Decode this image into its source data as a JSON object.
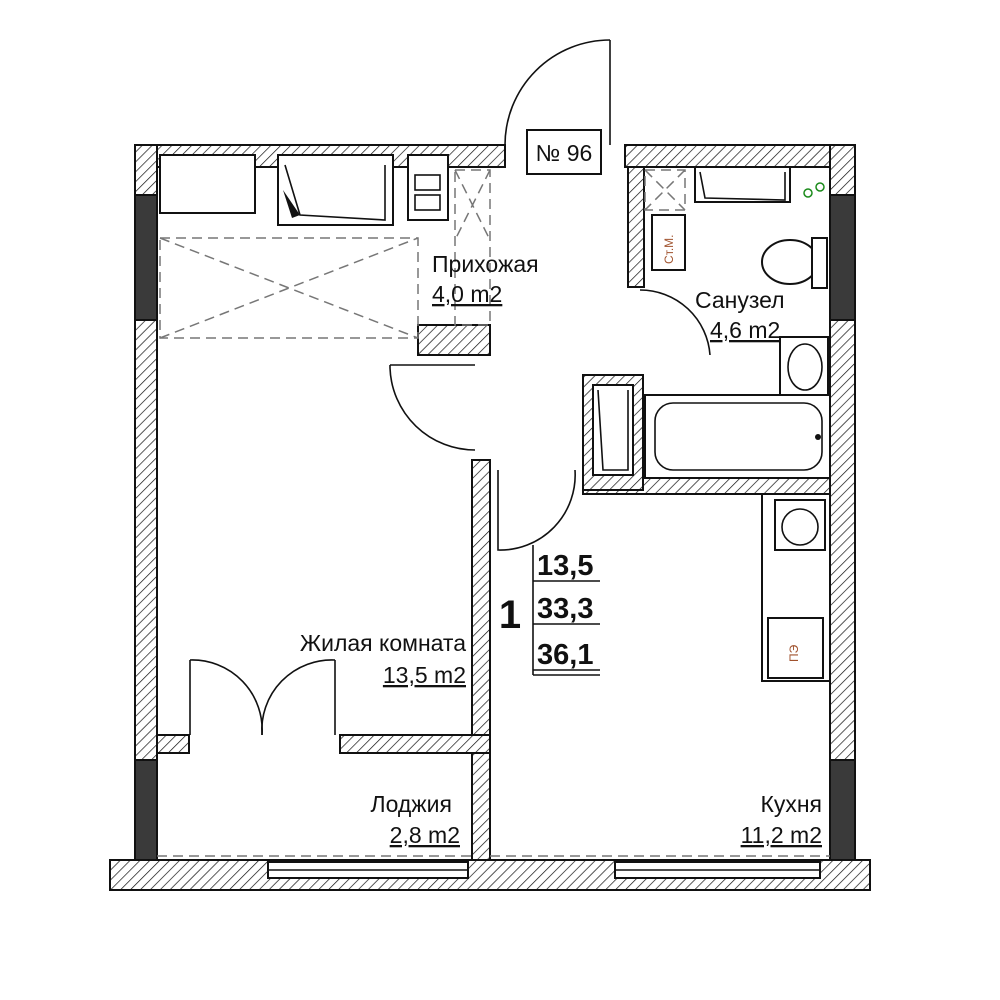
{
  "apartment": {
    "number_label": "№ 96",
    "rooms_count": "1",
    "areas": {
      "living": "13,5",
      "useful": "33,3",
      "total": "36,1"
    }
  },
  "rooms": {
    "hallway": {
      "name": "Прихожая",
      "area": "4,0 m2"
    },
    "bathroom": {
      "name": "Санузел",
      "area": "4,6 m2"
    },
    "living": {
      "name": "Жилая комната",
      "area": "13,5 m2"
    },
    "loggia": {
      "name": "Лоджия",
      "area": "2,8 m2"
    },
    "kitchen": {
      "name": "Кухня",
      "area": "11,2 m2"
    }
  },
  "tags": {
    "riser": "Ст.М.",
    "stove": "ПЭ"
  },
  "colors": {
    "wall_line": "#111111",
    "dark_wall": "#3a3a3a",
    "tag_text": "#a0522d",
    "dash_line": "#777777"
  }
}
